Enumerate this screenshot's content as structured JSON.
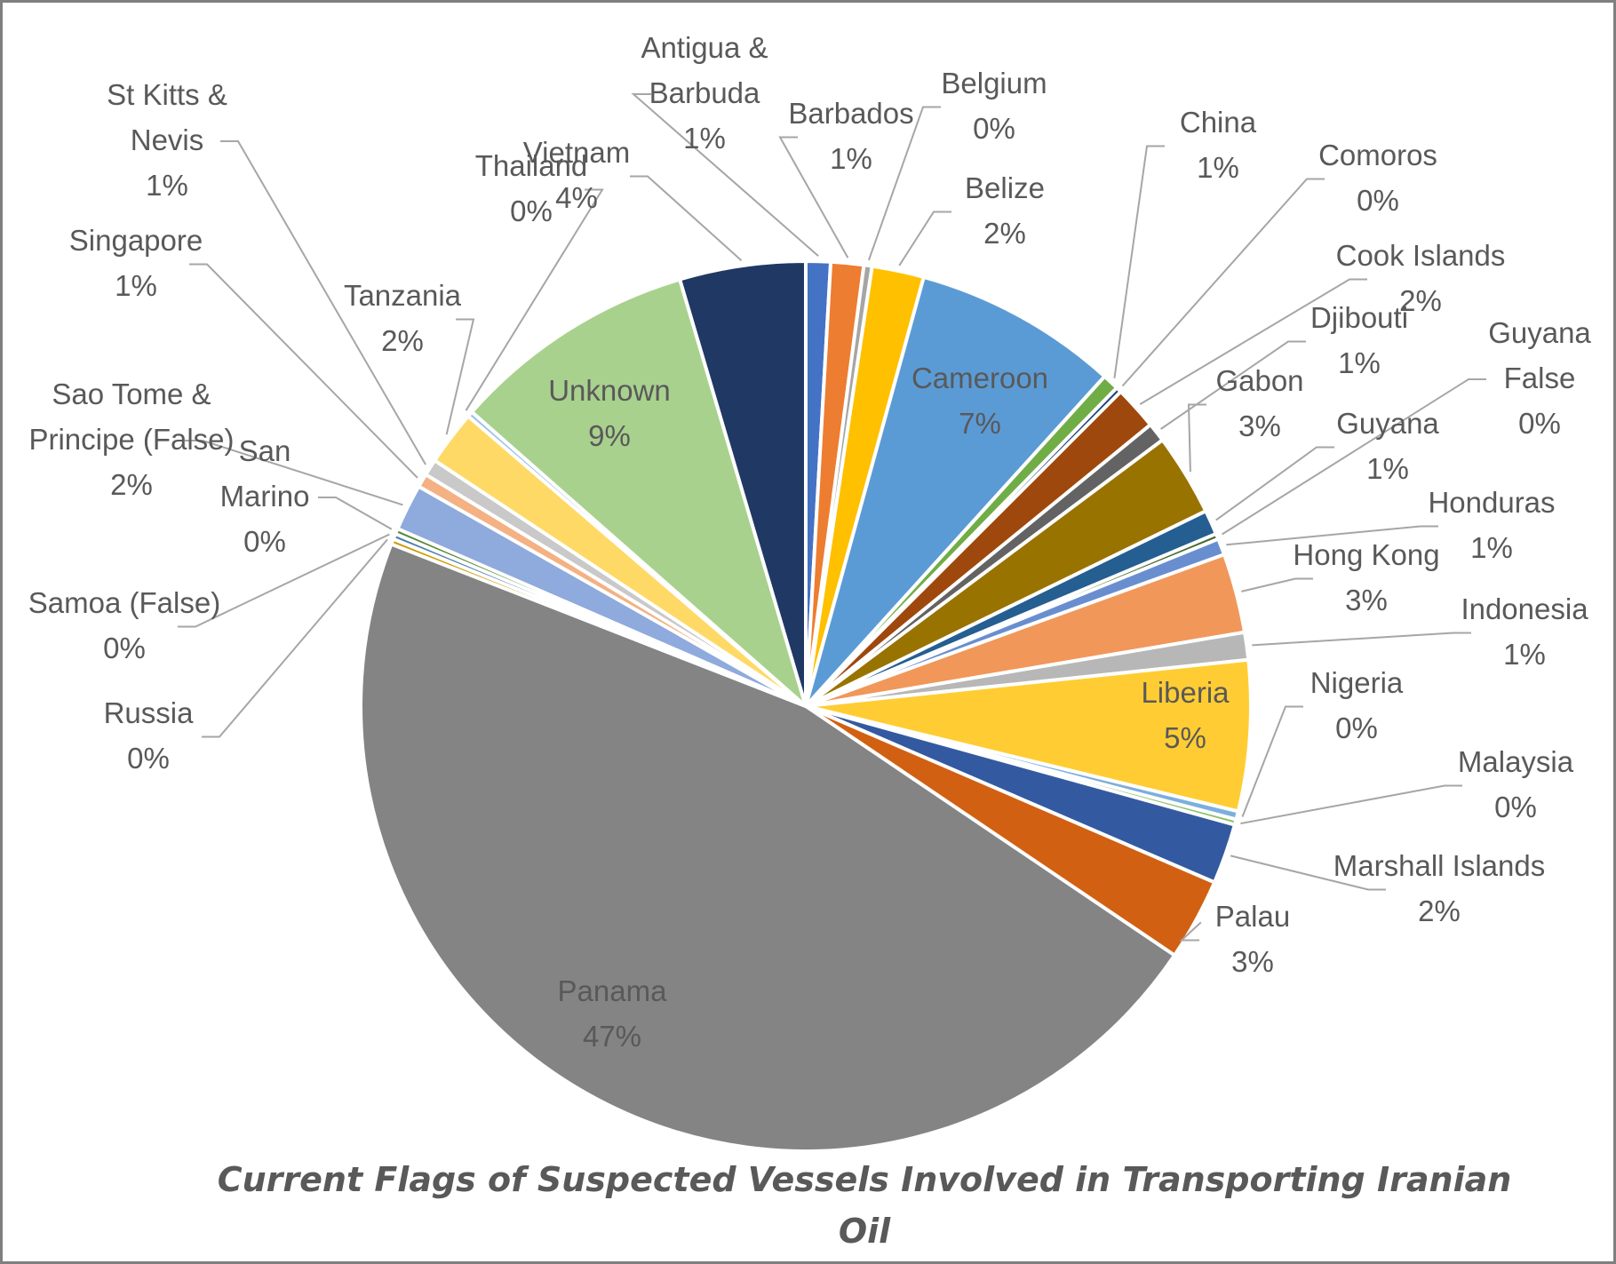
{
  "chart_data": {
    "type": "pie",
    "title": "Current Flags of  Suspected Vessels Involved in Transporting Iranian Oil",
    "slices": [
      {
        "name": "Antigua & Barbuda",
        "value": 0.9,
        "label": "1%",
        "color": "#4472c4"
      },
      {
        "name": "Barbados",
        "value": 1.2,
        "label": "1%",
        "color": "#ed7d31"
      },
      {
        "name": "Belgium",
        "value": 0.3,
        "label": "0%",
        "color": "#a5a5a5"
      },
      {
        "name": "Belize",
        "value": 1.9,
        "label": "2%",
        "color": "#ffc000"
      },
      {
        "name": "Cameroon",
        "value": 7.5,
        "label": "7%",
        "color": "#5b9bd5"
      },
      {
        "name": "China",
        "value": 0.6,
        "label": "1%",
        "color": "#70ad47"
      },
      {
        "name": "Comoros",
        "value": 0.2,
        "label": "0%",
        "color": "#264478"
      },
      {
        "name": "Cook Islands",
        "value": 1.6,
        "label": "2%",
        "color": "#9e480e"
      },
      {
        "name": "Djibouti",
        "value": 0.7,
        "label": "1%",
        "color": "#636363"
      },
      {
        "name": "Gabon",
        "value": 3.0,
        "label": "3%",
        "color": "#997300"
      },
      {
        "name": "Guyana",
        "value": 0.9,
        "label": "1%",
        "color": "#255e91"
      },
      {
        "name": "Guyana False",
        "value": 0.2,
        "label": "0%",
        "color": "#43682b"
      },
      {
        "name": "Honduras",
        "value": 0.6,
        "label": "1%",
        "color": "#698ed0"
      },
      {
        "name": "Hong Kong",
        "value": 2.9,
        "label": "3%",
        "color": "#f1975a"
      },
      {
        "name": "Indonesia",
        "value": 1.0,
        "label": "1%",
        "color": "#b7b7b7"
      },
      {
        "name": "Liberia",
        "value": 5.5,
        "label": "5%",
        "color": "#ffcd33"
      },
      {
        "name": "Nigeria",
        "value": 0.3,
        "label": "0%",
        "color": "#7cafdd"
      },
      {
        "name": "Malaysia",
        "value": 0.2,
        "label": "0%",
        "color": "#8cc168"
      },
      {
        "name": "Marshall Islands",
        "value": 2.2,
        "label": "2%",
        "color": "#335aa1"
      },
      {
        "name": "Palau",
        "value": 3.0,
        "label": "3%",
        "color": "#d26012"
      },
      {
        "name": "Panama",
        "value": 46.8,
        "label": "47%",
        "color": "#848484"
      },
      {
        "name": "Russia",
        "value": 0.2,
        "label": "0%",
        "color": "#cc9a00"
      },
      {
        "name": "Samoa (False)",
        "value": 0.2,
        "label": "0%",
        "color": "#4a7fb0"
      },
      {
        "name": "San Marino",
        "value": 0.2,
        "label": "0%",
        "color": "#5a8a39"
      },
      {
        "name": "Sao Tome & Principe (False)",
        "value": 1.7,
        "label": "2%",
        "color": "#8faadc"
      },
      {
        "name": "Singapore",
        "value": 0.5,
        "label": "1%",
        "color": "#f4b183"
      },
      {
        "name": "St Kitts & Nevis",
        "value": 0.6,
        "label": "1%",
        "color": "#c9c9c9"
      },
      {
        "name": "Tanzania",
        "value": 2.0,
        "label": "2%",
        "color": "#ffd966"
      },
      {
        "name": "Thailand",
        "value": 0.2,
        "label": "0%",
        "color": "#9dc3e6"
      },
      {
        "name": "Unknown",
        "value": 9.0,
        "label": "9%",
        "color": "#a9d18e"
      },
      {
        "name": "Vietnam",
        "value": 4.6,
        "label": "4%",
        "color": "#203864"
      }
    ]
  }
}
